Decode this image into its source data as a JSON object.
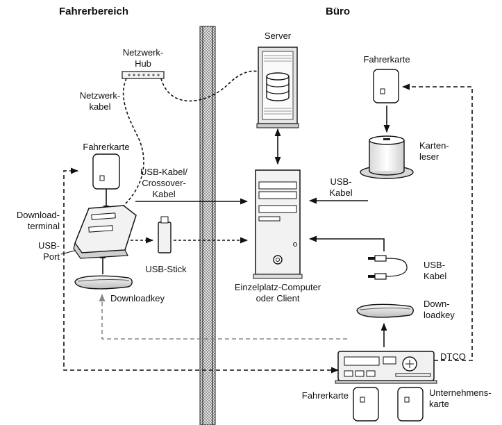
{
  "headers": {
    "left": "Fahrerbereich",
    "right": "Büro"
  },
  "labels": {
    "server": "Server",
    "hub": [
      "Netzwerk-",
      "Hub"
    ],
    "netzwerkkabel": [
      "Netzwerk-",
      "kabel"
    ],
    "fahrerkarte_left": "Fahrerkarte",
    "fahrerkarte_office": "Fahrerkarte",
    "kartenleser": [
      "Karten-",
      "leser"
    ],
    "usb_crossover": [
      "USB-Kabel/",
      "Crossover-",
      "Kabel"
    ],
    "usb_kabel_reader": [
      "USB-",
      "Kabel"
    ],
    "download_terminal": [
      "Download-",
      "terminal"
    ],
    "usb_port": [
      "USB-",
      "Port"
    ],
    "usb_stick": "USB-Stick",
    "downloadkey_left": "Downloadkey",
    "computer": [
      "Einzelplatz-Computer",
      "oder Client"
    ],
    "usb_kabel_right": [
      "USB-",
      "Kabel"
    ],
    "downloadkey_right": [
      "Down-",
      "loadkey"
    ],
    "dtco": "DTCO",
    "fahrerkarte_bottom": "Fahrerkarte",
    "unternehmenskarte": [
      "Unternehmens-",
      "karte"
    ]
  }
}
